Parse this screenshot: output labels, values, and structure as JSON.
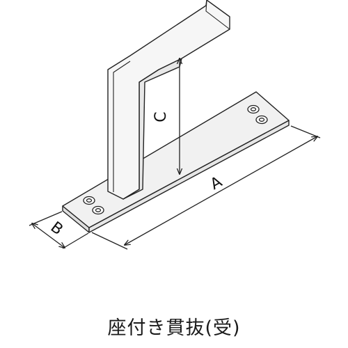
{
  "dimensions": {
    "a_label": "A",
    "b_label": "B",
    "c_label": "C"
  },
  "caption": "座付き貫抜(受)",
  "colors": {
    "line": "#222222",
    "plate_fill": "#f1f1f1",
    "post_fill": "#f6f6f6",
    "background": "#ffffff"
  }
}
